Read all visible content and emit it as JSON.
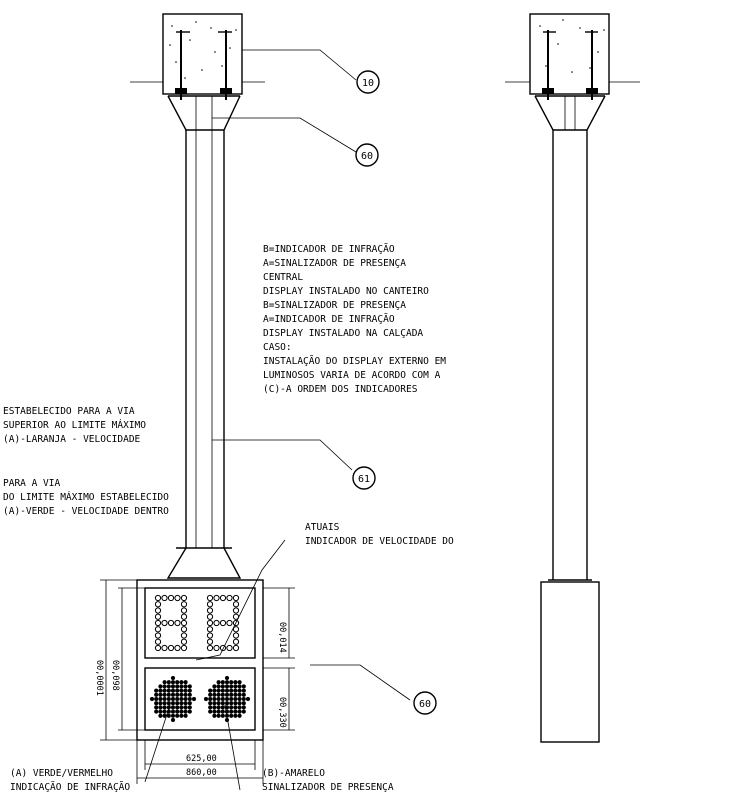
{
  "notes_block": [
    "B=INDICADOR DE INFRAÇÃO",
    "A=SINALIZADOR DE PRESENÇA",
    "CENTRAL",
    "DISPLAY INSTALADO NO CANTEIRO",
    "B=SINALIZADOR DE PRESENÇA",
    "A=INDICADOR DE INFRAÇÃO",
    "DISPLAY INSTALADO NA CALÇADA",
    "CASO:",
    "INSTALAÇÃO DO DISPLAY EXTERNO EM",
    "LUMINOSOS VARIA DE ACORDO COM A",
    "(C)-A ORDEM DOS INDICADORES"
  ],
  "left_notes": {
    "orange": [
      "ESTABELECIDO PARA A VIA",
      "SUPERIOR AO LIMITE MÁXIMO",
      "(A)-LARANJA - VELOCIDADE"
    ],
    "green": [
      "PARA A VIA",
      "DO LIMITE MÁXIMO ESTABELECIDO",
      "(A)-VERDE - VELOCIDADE DENTRO"
    ]
  },
  "speed_label": [
    "ATUAIS",
    "INDICADOR DE VELOCIDADE DO"
  ],
  "bottom_labels": {
    "left": [
      "(A) VERDE/VERMELHO",
      "INDICAÇÃO DE INFRAÇÃO"
    ],
    "right": [
      "(B)-AMARELO",
      "SINALIZADOR DE PRESENÇA"
    ]
  },
  "dimensions": {
    "d1000": "00,0001",
    "d860": "00,098",
    "d410": "00,014",
    "d330": "00,330",
    "w625": "625,00",
    "w860": "860,00"
  },
  "bubbles": {
    "b10": "10",
    "b60a": "60",
    "b61": "61",
    "b60b": "60"
  },
  "display": {
    "digits": "88"
  }
}
